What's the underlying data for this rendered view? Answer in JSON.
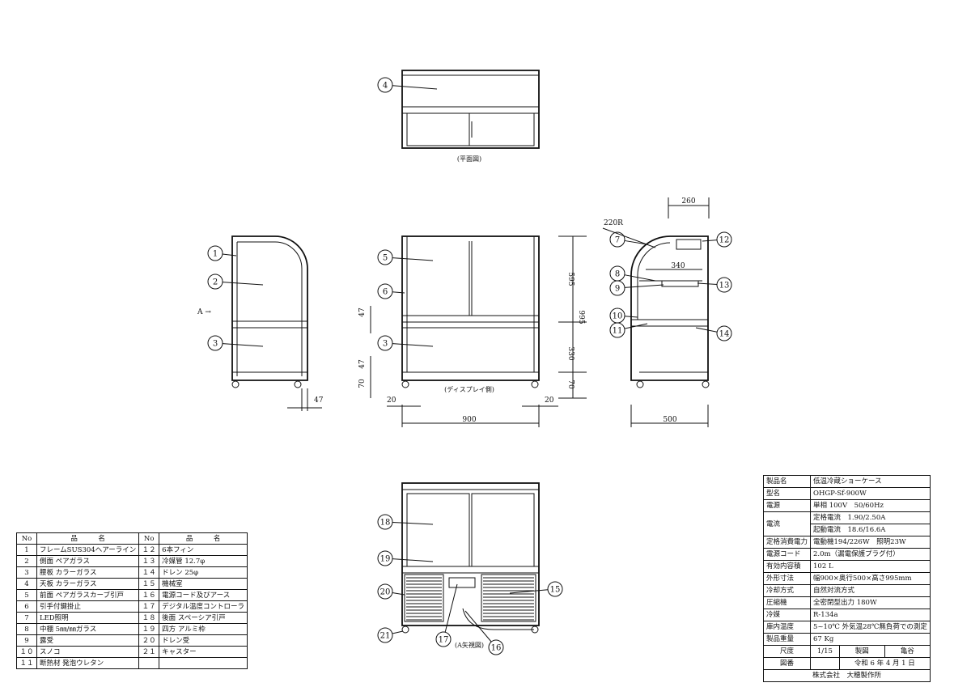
{
  "views": {
    "plan_label": "(平面図)",
    "display_side_label": "(ディスプレイ側)",
    "back_label": "(A矢視図)",
    "arrow_label": "A →"
  },
  "dimensions": {
    "d260": "260",
    "d220r": "220R",
    "d340": "340",
    "d595": "595",
    "d995": "995",
    "d330": "330",
    "d70a": "70",
    "d70b": "70",
    "d47a": "47",
    "d47b": "47",
    "d47c": "47",
    "d20a": "20",
    "d20b": "20",
    "d900": "900",
    "d500": "500"
  },
  "callouts": [
    "1",
    "2",
    "3",
    "3",
    "4",
    "5",
    "6",
    "7",
    "8",
    "9",
    "10",
    "11",
    "12",
    "13",
    "14",
    "15",
    "16",
    "17",
    "18",
    "19",
    "20",
    "21"
  ],
  "parts_table": {
    "headers": [
      "No",
      "品　　　名",
      "No",
      "品　　　名"
    ],
    "rows": [
      [
        "1",
        "フレームSUS304ヘアーライン",
        "１２",
        "6本フィン"
      ],
      [
        "2",
        "側面 ペアガラス",
        "１３",
        "冷媒管 12.7φ"
      ],
      [
        "3",
        "腰板 カラーガラス",
        "１４",
        "ドレン 25φ"
      ],
      [
        "4",
        "天板 カラーガラス",
        "１５",
        "機械室"
      ],
      [
        "5",
        "前面 ペアガラスカーブ引戸",
        "１６",
        "電源コード及びアース"
      ],
      [
        "6",
        "引手付鍵掛止",
        "１７",
        "デジタル温度コントローラ"
      ],
      [
        "7",
        "LED照明",
        "１８",
        "後面 スペーシア引戸"
      ],
      [
        "8",
        "中棚 5㎜/㎜ガラス",
        "１９",
        "四方 アルミ枠"
      ],
      [
        "9",
        "露受",
        "２０",
        "ドレン受"
      ],
      [
        "１０",
        "スノコ",
        "２１",
        "キャスター"
      ],
      [
        "１１",
        "断熱材 発泡ウレタン",
        "",
        ""
      ]
    ]
  },
  "spec_table": {
    "rows": [
      [
        "製品名",
        "低温冷蔵ショーケース"
      ],
      [
        "型名",
        "OHGP-Sf-900W"
      ],
      [
        "電源",
        "単相 100V　50/60Hz"
      ],
      [
        "電流",
        "定格電流　1.90/2.50A"
      ],
      [
        "",
        "起動電流　18.6/16.6A"
      ],
      [
        "定格消費電力",
        "電動機194/226W　照明23W"
      ],
      [
        "電源コード",
        "2.0m（漏電保護プラグ付）"
      ],
      [
        "有効内容積",
        "102 L"
      ],
      [
        "外形寸法",
        "幅900×奥行500×高さ995mm"
      ],
      [
        "冷却方式",
        "自然対流方式"
      ],
      [
        "圧縮機",
        "全密閉型出力 180W"
      ],
      [
        "冷媒",
        "R-134a"
      ],
      [
        "庫内温度",
        "5~10℃ 外気温28℃無負荷での測定"
      ],
      [
        "製品重量",
        "67 Kg"
      ]
    ],
    "scale_label": "尺度",
    "scale": "1/15",
    "drawn_label": "製図",
    "drawn_by": "亀谷",
    "drawing_no_label": "図番",
    "drawing_no": "",
    "date": "令和 6 年 4 月 1 日",
    "company": "株式会社　大穂製作所"
  }
}
